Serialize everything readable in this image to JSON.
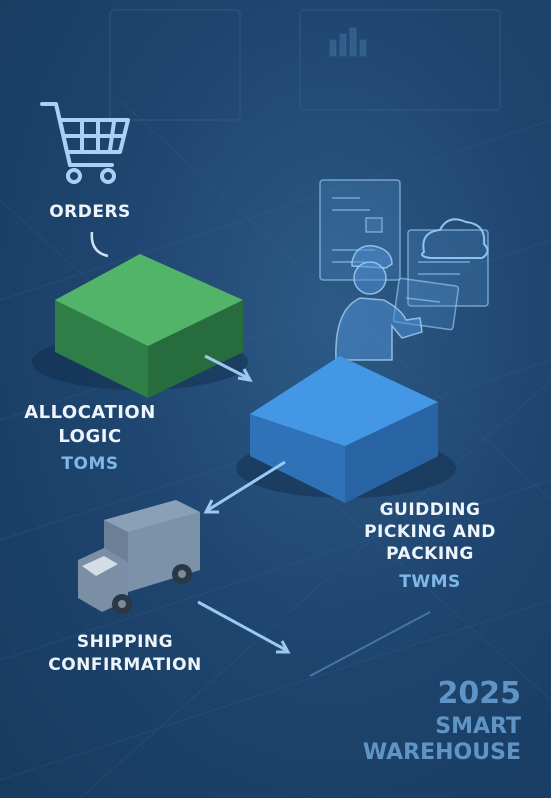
{
  "nodes": {
    "orders": {
      "label": "ORDERS"
    },
    "allocation": {
      "label_line1": "ALLOCATION",
      "label_line2": "LOGIC",
      "system": "TOMS"
    },
    "guiding": {
      "label_line1": "GUIDDING",
      "label_line2": "PICKING AND",
      "label_line3": "PACKING",
      "system": "TWMS"
    },
    "shipping": {
      "label_line1": "SHIPPING",
      "label_line2": "CONFIRMATION"
    }
  },
  "branding": {
    "year": "2025",
    "line1": "SMART",
    "line2": "WAREHOUSE"
  },
  "colors": {
    "background": "#1f4670",
    "green_block": "#4aa85f",
    "blue_block": "#3d8ad6",
    "accent_text": "#7fb7e8",
    "icon_line": "#a9d1f5"
  },
  "icons": [
    "shopping-cart-icon",
    "truck-icon",
    "worker-icon",
    "cloud-icon",
    "dashboard-panel-icon"
  ]
}
